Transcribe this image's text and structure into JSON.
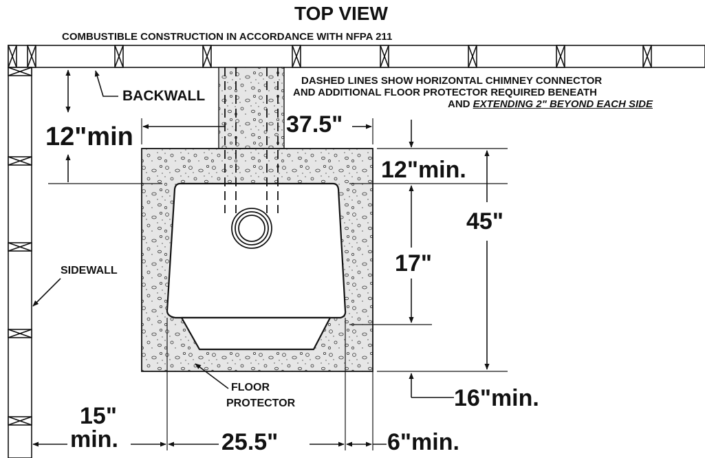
{
  "title": "TOP VIEW",
  "subtitle": "COMBUSTIBLE CONSTRUCTION IN ACCORDANCE WITH NFPA 211",
  "note": {
    "line1": "DASHED LINES SHOW HORIZONTAL CHIMNEY CONNECTOR",
    "line2": "AND ADDITIONAL FLOOR PROTECTOR REQUIRED BENEATH",
    "line3_prefix": "AND",
    "line3_emphasis": "EXTENDING 2\" BEYOND EACH SIDE"
  },
  "labels": {
    "backwall": "BACKWALL",
    "sidewall": "SIDEWALL",
    "floor_protector_line1": "FLOOR",
    "floor_protector_line2": "PROTECTOR"
  },
  "dimensions": {
    "backwall_clearance": "12\"min",
    "protector_width": "37.5\"",
    "protector_front_back": "12\"min.",
    "protector_depth": "45\"",
    "stove_depth": "17\"",
    "front_extension": "16\"min.",
    "sidewall_clearance_line1": "15\"",
    "sidewall_clearance_line2": "min.",
    "stove_width": "25.5\"",
    "side_extension": "6\"min."
  },
  "colors": {
    "ink": "#111111",
    "protector_fill": "#e6e6e6",
    "background": "#ffffff"
  }
}
